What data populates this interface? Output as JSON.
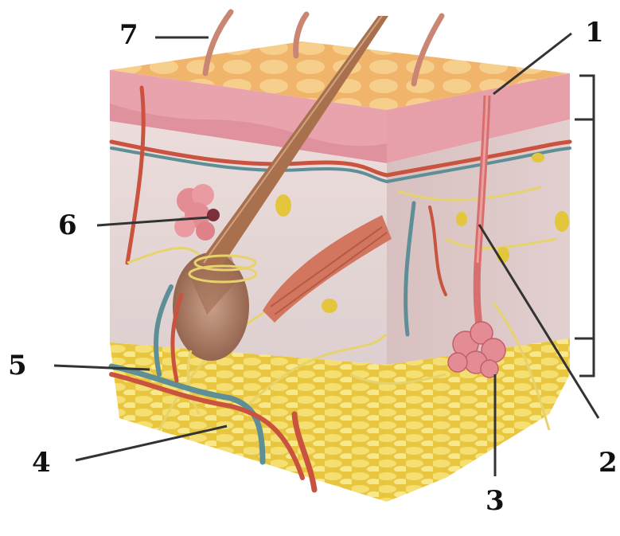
{
  "diagram": {
    "colors": {
      "epidermis": "#e9a3ad",
      "epidermis_dark": "#c96b7c",
      "surface": "#f3c27a",
      "dermis": "#ead8d8",
      "dermis_side": "#d9c2c2",
      "hypodermis": "#e9c640",
      "fat_lobule": "#f4dd6a",
      "hair": "#a8704c",
      "artery": "#c9533f",
      "vein": "#5f8f96",
      "nerve": "#e6d36c",
      "gland": "#e48c93",
      "muscle": "#d2765f",
      "leader_line": "#333333"
    },
    "labels": [
      {
        "id": "7",
        "text": "7"
      },
      {
        "id": "1",
        "text": "1"
      },
      {
        "id": "6",
        "text": "6"
      },
      {
        "id": "5",
        "text": "5"
      },
      {
        "id": "4",
        "text": "4"
      },
      {
        "id": "3",
        "text": "3"
      },
      {
        "id": "2",
        "text": "2"
      }
    ]
  }
}
